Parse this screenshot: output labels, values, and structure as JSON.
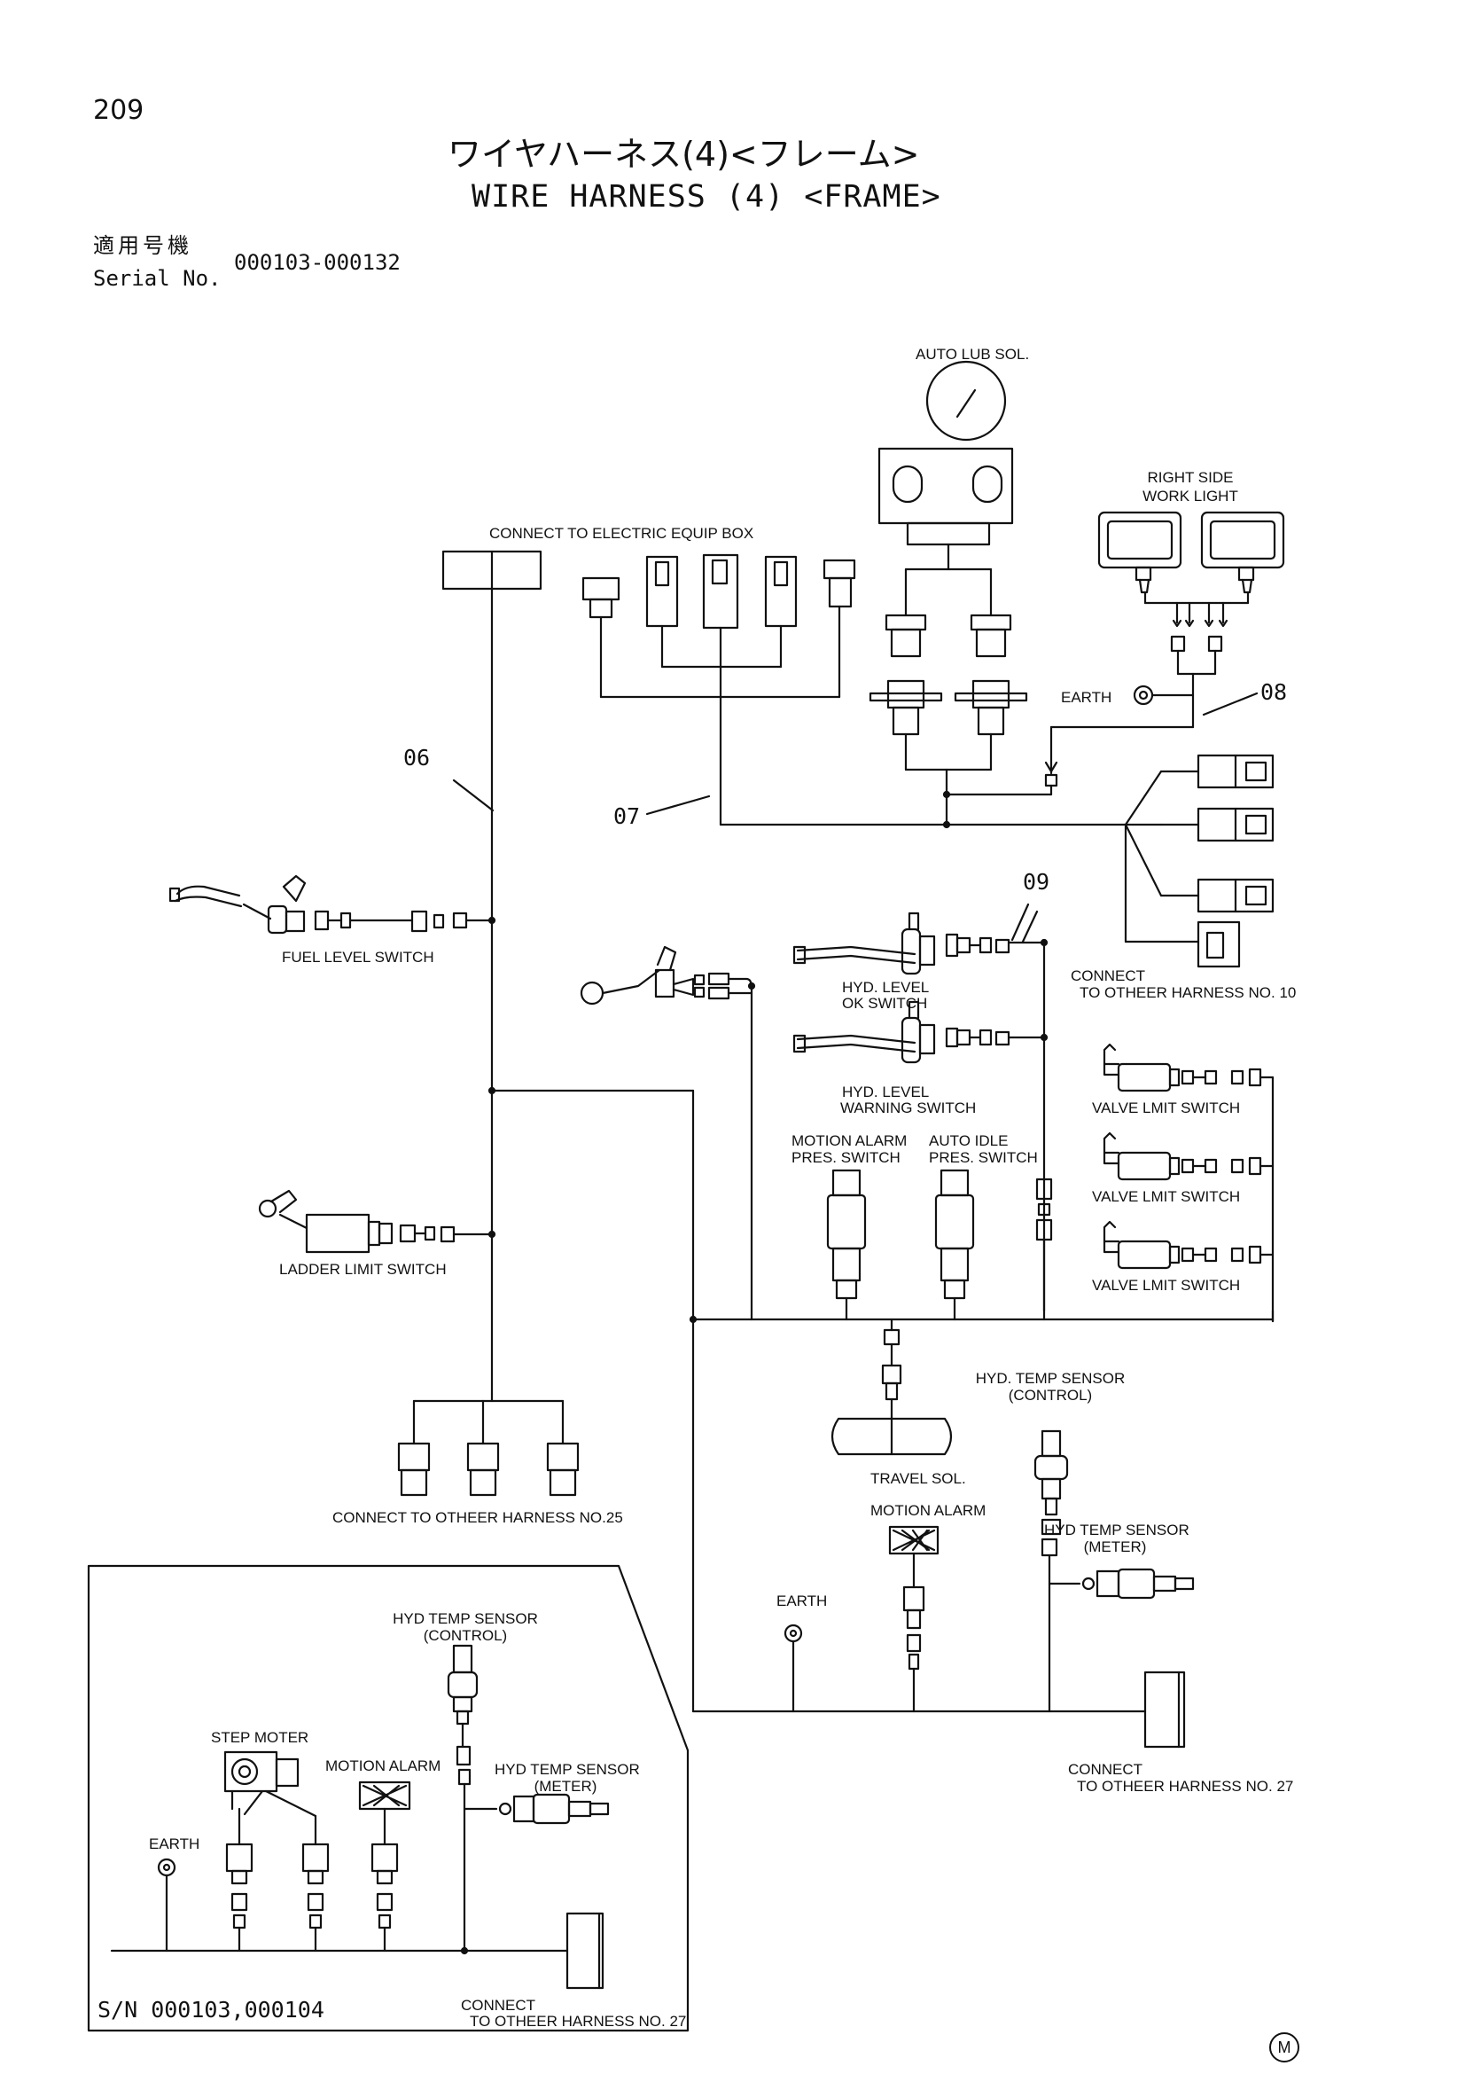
{
  "header": {
    "page_number": "209",
    "title_jp": "ワイヤハーネス(4)<フレーム>",
    "title_en": "WIRE HARNESS (4) <FRAME>",
    "serial_label_jp": "適用号機",
    "serial_label_en": "Serial No.",
    "serial_range": "000103-000132"
  },
  "labels": {
    "auto_lub_sol": "AUTO LUB SOL.",
    "right_side_work_light_1": "RIGHT SIDE",
    "right_side_work_light_2": "WORK LIGHT",
    "connect_electric_equip_box": "CONNECT TO ELECTRIC EQUIP BOX",
    "earth_top": "EARTH",
    "fuel_level_switch": "FUEL LEVEL SWITCH",
    "connect_harness_10_a": "CONNECT",
    "connect_harness_10_b": "TO OTHEER HARNESS NO. 10",
    "hyd_level_ok_1": "HYD. LEVEL",
    "hyd_level_ok_2": "OK SWITCH",
    "hyd_level_warn_1": "HYD. LEVEL",
    "hyd_level_warn_2": "WARNING SWITCH",
    "valve_limit_switch_1": "VALVE LMIT SWITCH",
    "valve_limit_switch_2": "VALVE LMIT SWITCH",
    "valve_limit_switch_3": "VALVE LMIT SWITCH",
    "motion_alarm_pres_1": "MOTION ALARM",
    "motion_alarm_pres_2": "PRES. SWITCH",
    "auto_idle_pres_1": "AUTO IDLE",
    "auto_idle_pres_2": "PRES. SWITCH",
    "ladder_limit_switch": "LADDER LIMIT SWITCH",
    "connect_harness_25": "CONNECT TO OTHEER HARNESS NO.25",
    "hyd_temp_control_1": "HYD. TEMP SENSOR",
    "hyd_temp_control_2": "(CONTROL)",
    "travel_sol": "TRAVEL SOL.",
    "motion_alarm": "MOTION ALARM",
    "hyd_temp_meter_1": "HYD TEMP SENSOR",
    "hyd_temp_meter_2": "(METER)",
    "earth_mid": "EARTH",
    "connect_harness_27_a": "CONNECT",
    "connect_harness_27_b": "TO OTHEER HARNESS NO. 27",
    "inset_hyd_temp_control_1": "HYD TEMP SENSOR",
    "inset_hyd_temp_control_2": "(CONTROL)",
    "inset_step_moter": "STEP MOTER",
    "inset_motion_alarm": "MOTION ALARM",
    "inset_hyd_temp_meter_1": "HYD TEMP SENSOR",
    "inset_hyd_temp_meter_2": "(METER)",
    "inset_earth": "EARTH",
    "inset_connect_27_a": "CONNECT",
    "inset_connect_27_b": "TO OTHEER HARNESS NO. 27",
    "inset_serial": "S/N  000103,000104"
  },
  "harness_numbers": {
    "h06": "06",
    "h07": "07",
    "h08": "08",
    "h09": "09"
  },
  "footer": {
    "mark": "M"
  }
}
